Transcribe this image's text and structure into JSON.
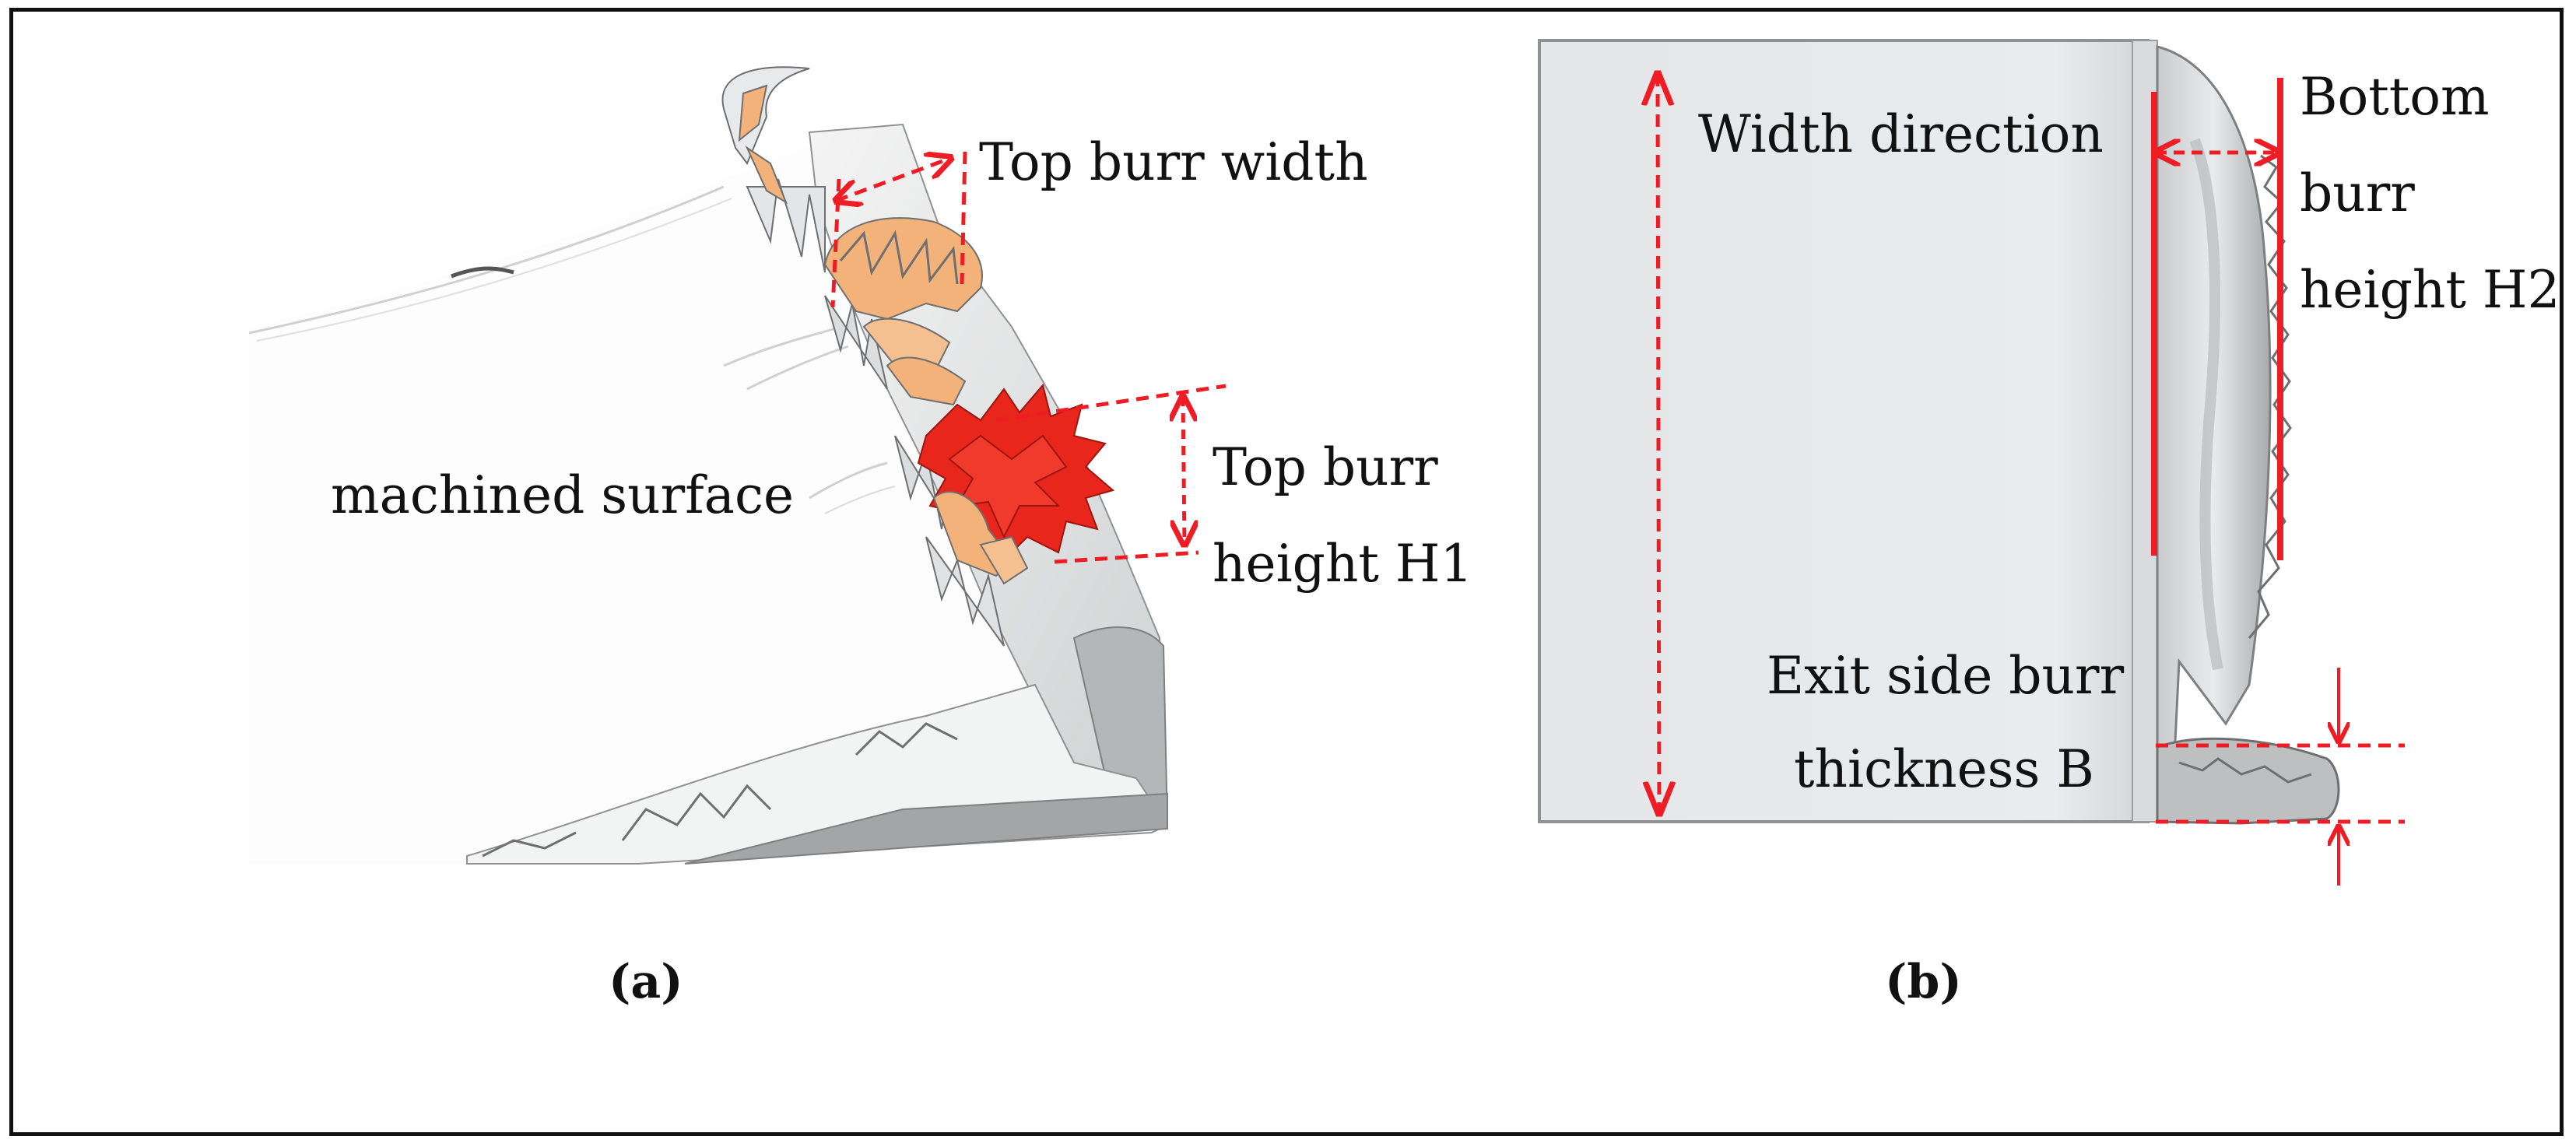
{
  "panel_a": {
    "caption": "(a)",
    "labels": {
      "top_burr_width": "Top   burr   width",
      "machined_surface": "machined surface",
      "top_burr_height_line1": "Top      burr",
      "top_burr_height_line2": "height H1"
    }
  },
  "panel_b": {
    "caption": "(b)",
    "labels": {
      "width_direction": "Width direction",
      "bottom_burr_line1": "Bottom",
      "bottom_burr_line2": "burr",
      "bottom_burr_line3": "height H2",
      "exit_burr_line1": "Exit  side burr",
      "exit_burr_line2": "thickness  B"
    }
  },
  "colors": {
    "annotation": "#ee1c24",
    "burr_red": "#e8261c",
    "burr_orange": "#f2b27a",
    "workpiece": "#e6e8ea",
    "workpiece_dark": "#9a9c9e"
  }
}
